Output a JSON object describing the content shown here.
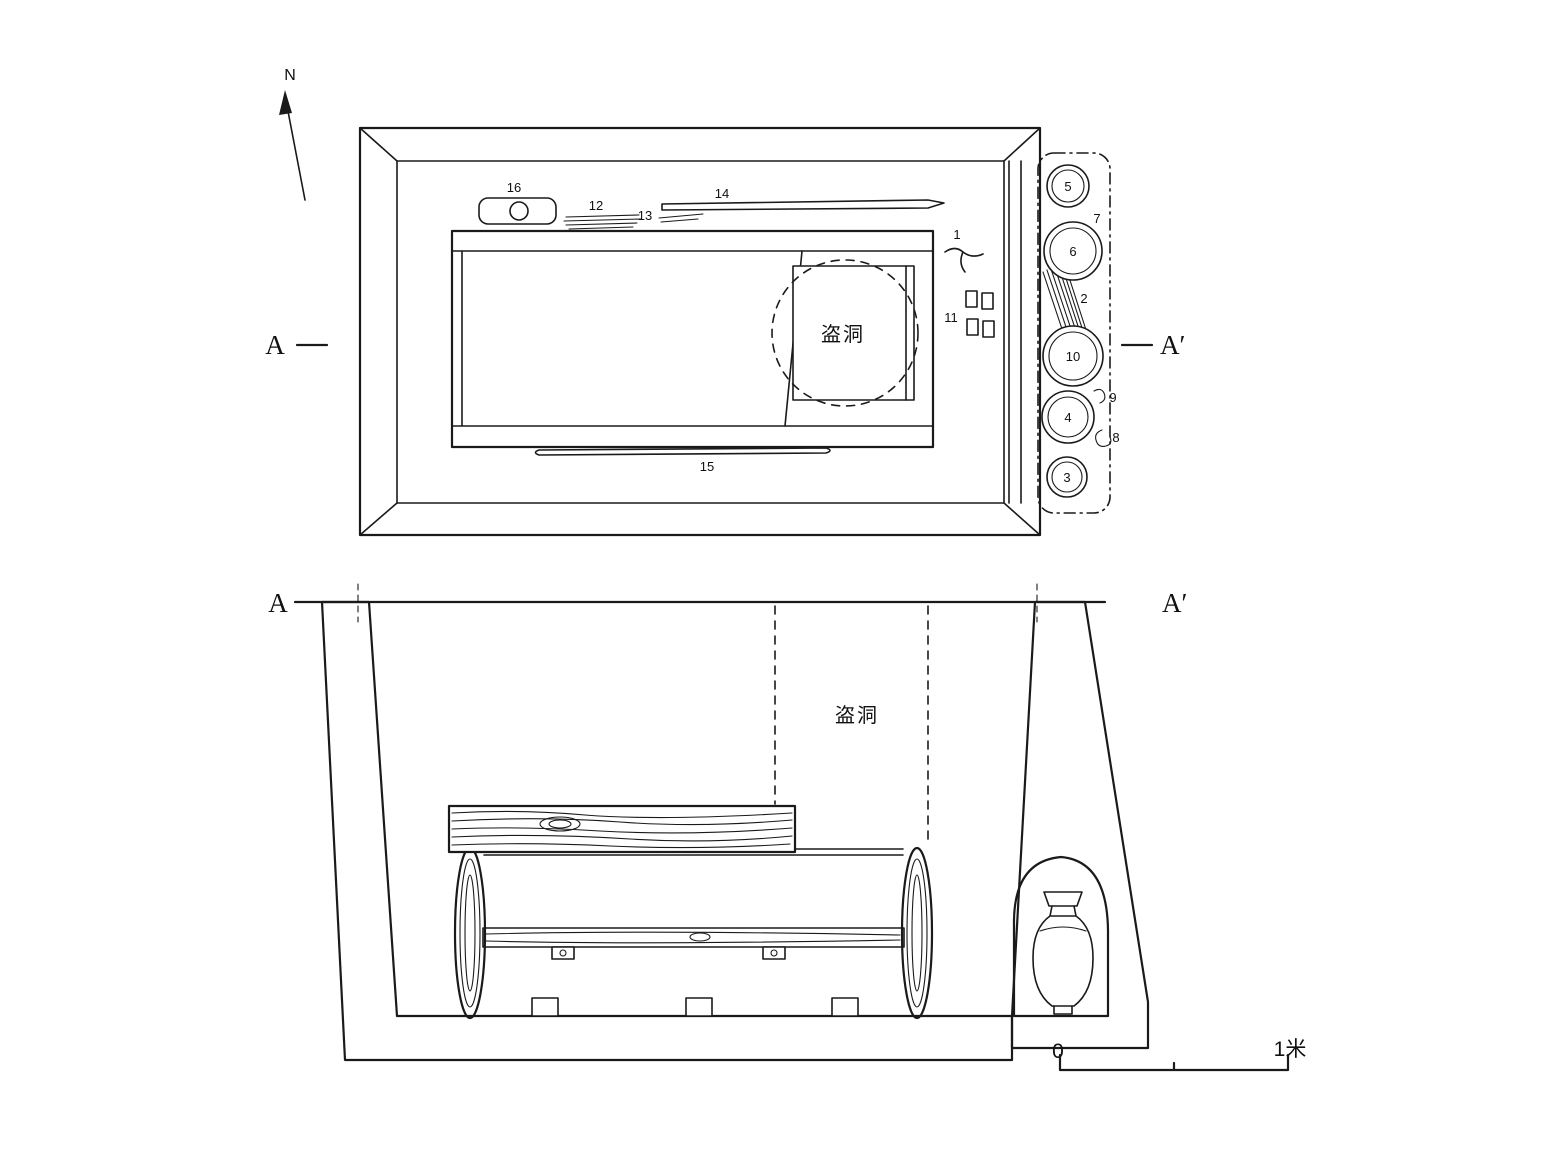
{
  "drawing": {
    "north_label": "N",
    "section_markers": {
      "left": "A",
      "right": "A′"
    },
    "robber_hole_label": "盗洞",
    "artifact_labels": {
      "1": "1",
      "2": "2",
      "3": "3",
      "4": "4",
      "5": "5",
      "6": "6",
      "7": "7",
      "8": "8",
      "9": "9",
      "10": "10",
      "11": "11",
      "12": "12",
      "13": "13",
      "14": "14",
      "15": "15",
      "16": "16"
    },
    "scale_bar": {
      "zero": "0",
      "unit": "1米"
    }
  },
  "colors": {
    "line": "#1a1a1a",
    "background": "#ffffff"
  }
}
